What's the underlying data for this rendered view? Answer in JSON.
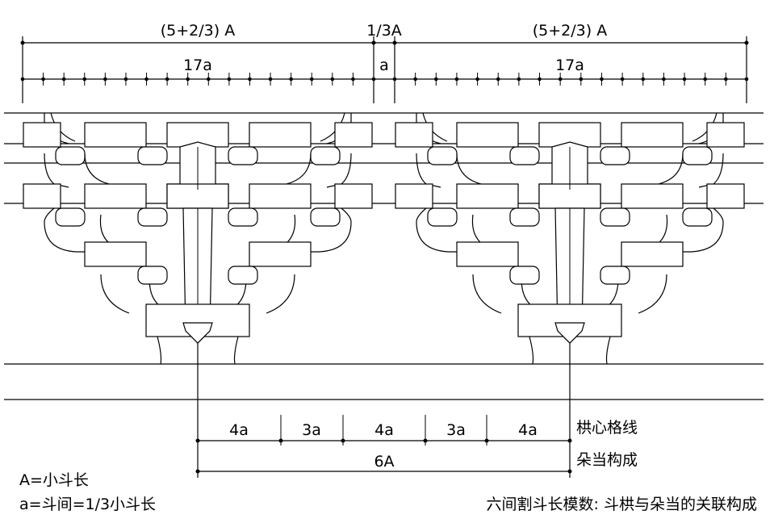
{
  "top_dimensions": {
    "left_span": "(5+2/3) A",
    "middle_span": "1/3A",
    "right_span": "(5+2/3) A",
    "left_sub": "17a",
    "middle_sub": "a",
    "right_sub": "17a"
  },
  "bottom_dimensions": {
    "segments": [
      "4a",
      "3a",
      "4a",
      "3a",
      "4a"
    ],
    "total": "6A",
    "label_gongxin": "栱心格线",
    "label_duodang": "朵当构成"
  },
  "legend": {
    "line1": "A=小斗长",
    "line2": "a=斗间=1/3小斗长"
  },
  "caption": "六间割斗长模数: 斗栱与朵当的关联构成"
}
